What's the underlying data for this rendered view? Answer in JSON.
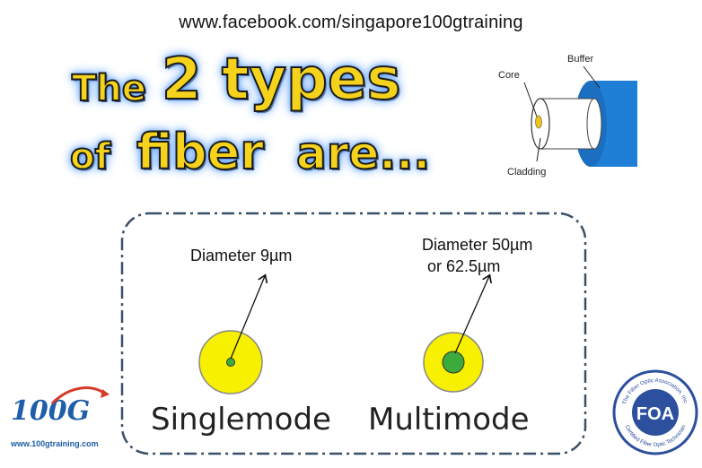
{
  "url_text": "www.facebook.com/singapore100gtraining",
  "headline": {
    "the": "The",
    "two_types": "2 types",
    "of": "of",
    "fiber": "fiber",
    "are": "are..."
  },
  "fiber_diagram": {
    "core": "Core",
    "buffer": "Buffer",
    "cladding": "Cladding"
  },
  "singlemode": {
    "diameter": "Diameter 9µm",
    "label": "Singlemode"
  },
  "multimode": {
    "diameter_line1": "Diameter 50µm",
    "diameter_line2": "or 62.5µm",
    "label": "Multimode"
  },
  "logo_100g": {
    "mark": "100G",
    "site": "www.100gtraining.com"
  },
  "foa": {
    "abbr": "FOA",
    "ring_top": "The Fiber Optic Association, Inc.",
    "ring_bottom": "Certified Fiber Optic Technician"
  },
  "colors": {
    "headline_fill": "#f5d21c",
    "glow": "#6aa8ff",
    "fiber_yellow": "#f7f000",
    "core_green": "#3daa3d",
    "buffer_blue": "#1f7fd6",
    "foa_blue": "#2c4f9e",
    "border": "#3a5068"
  }
}
